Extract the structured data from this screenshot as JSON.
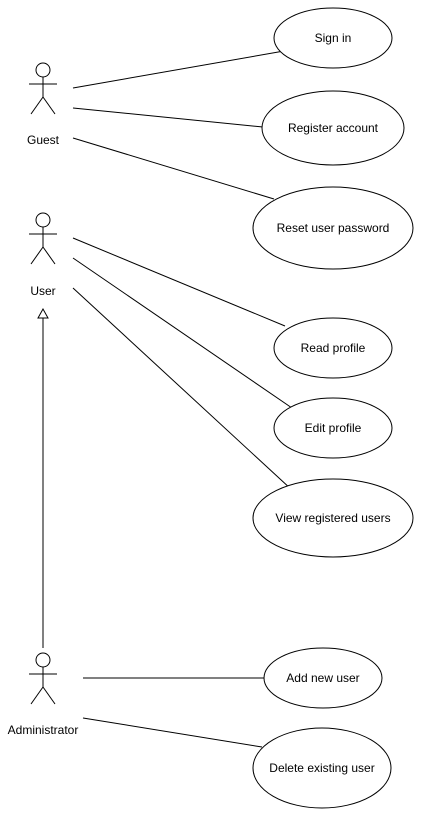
{
  "actors": [
    {
      "id": "guest",
      "label": "Guest"
    },
    {
      "id": "user",
      "label": "User"
    },
    {
      "id": "administrator",
      "label": "Administrator"
    }
  ],
  "use_cases": [
    {
      "id": "sign-in",
      "label": "Sign in"
    },
    {
      "id": "register-account",
      "label": "Register account"
    },
    {
      "id": "reset-user-password",
      "label": "Reset user password"
    },
    {
      "id": "read-profile",
      "label": "Read profile"
    },
    {
      "id": "edit-profile",
      "label": "Edit profile"
    },
    {
      "id": "view-registered-users",
      "label": "View registered users"
    },
    {
      "id": "add-new-user",
      "label": "Add new user"
    },
    {
      "id": "delete-existing-user",
      "label": "Delete existing user"
    }
  ],
  "associations": [
    {
      "from": "guest",
      "to": "sign-in"
    },
    {
      "from": "guest",
      "to": "register-account"
    },
    {
      "from": "guest",
      "to": "reset-user-password"
    },
    {
      "from": "user",
      "to": "read-profile"
    },
    {
      "from": "user",
      "to": "edit-profile"
    },
    {
      "from": "user",
      "to": "view-registered-users"
    },
    {
      "from": "administrator",
      "to": "add-new-user"
    },
    {
      "from": "administrator",
      "to": "delete-existing-user"
    }
  ],
  "generalizations": [
    {
      "from": "administrator",
      "to": "user"
    }
  ]
}
